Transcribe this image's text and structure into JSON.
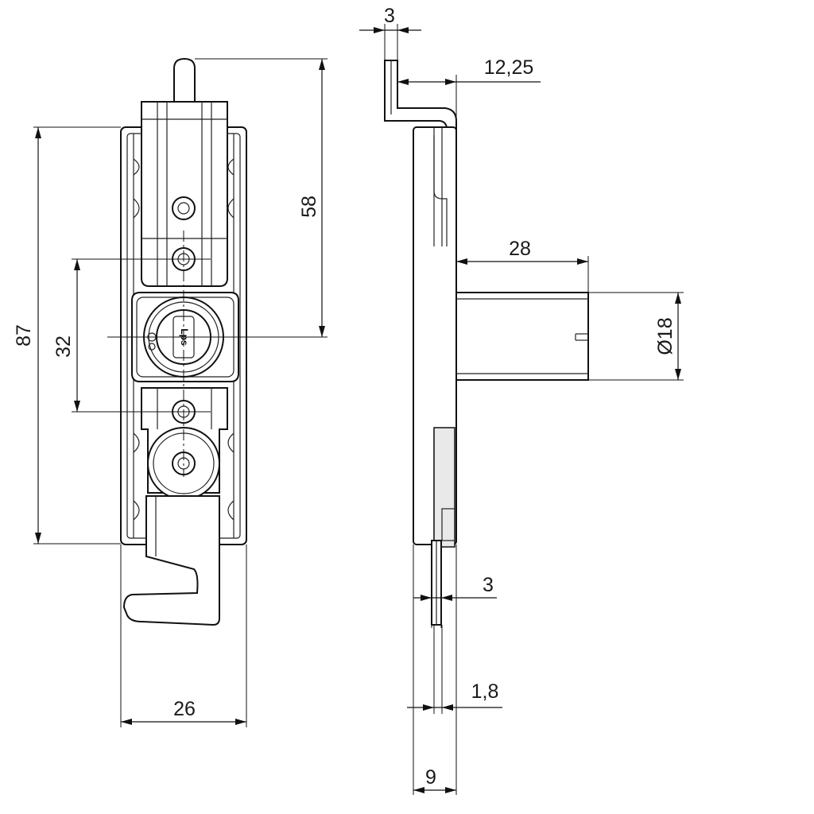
{
  "front_view": {
    "dim_total_height": "87",
    "dim_hole_spacing": "32",
    "dim_top_to_cylinder": "58",
    "dim_width": "26",
    "cylinder_marking": "Lps"
  },
  "side_view": {
    "dim_tab_thickness": "3",
    "dim_tab_offset": "12,25",
    "dim_cylinder_length": "28",
    "dim_cylinder_diameter": "Ø18",
    "dim_latch_thickness": "3",
    "dim_plate_thickness": "1,8",
    "dim_body_depth": "9"
  }
}
